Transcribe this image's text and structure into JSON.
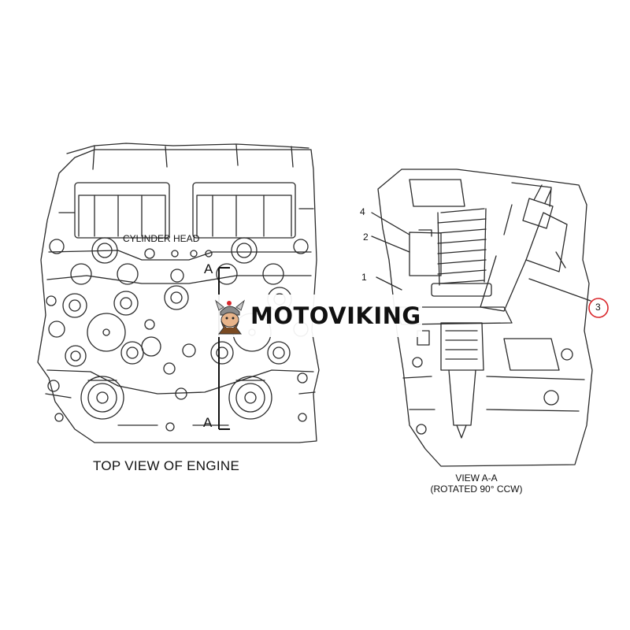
{
  "left_view": {
    "cylinder_head_label": "CYLINDER HEAD",
    "section_mark_top": "A",
    "section_mark_bottom": "A",
    "caption": "TOP VIEW OF ENGINE"
  },
  "right_view": {
    "callouts": [
      "4",
      "2",
      "1",
      "3"
    ],
    "highlighted_callout": "3",
    "caption_line1": "VIEW A-A",
    "caption_line2": "(ROTATED 90° CCW)"
  },
  "watermark": {
    "text": "MOTOVIKING",
    "logo": "viking-mascot-logo"
  },
  "colors": {
    "line": "#2a2a2a",
    "highlight": "#d9252a",
    "watermark_bg": "#ffffff"
  }
}
